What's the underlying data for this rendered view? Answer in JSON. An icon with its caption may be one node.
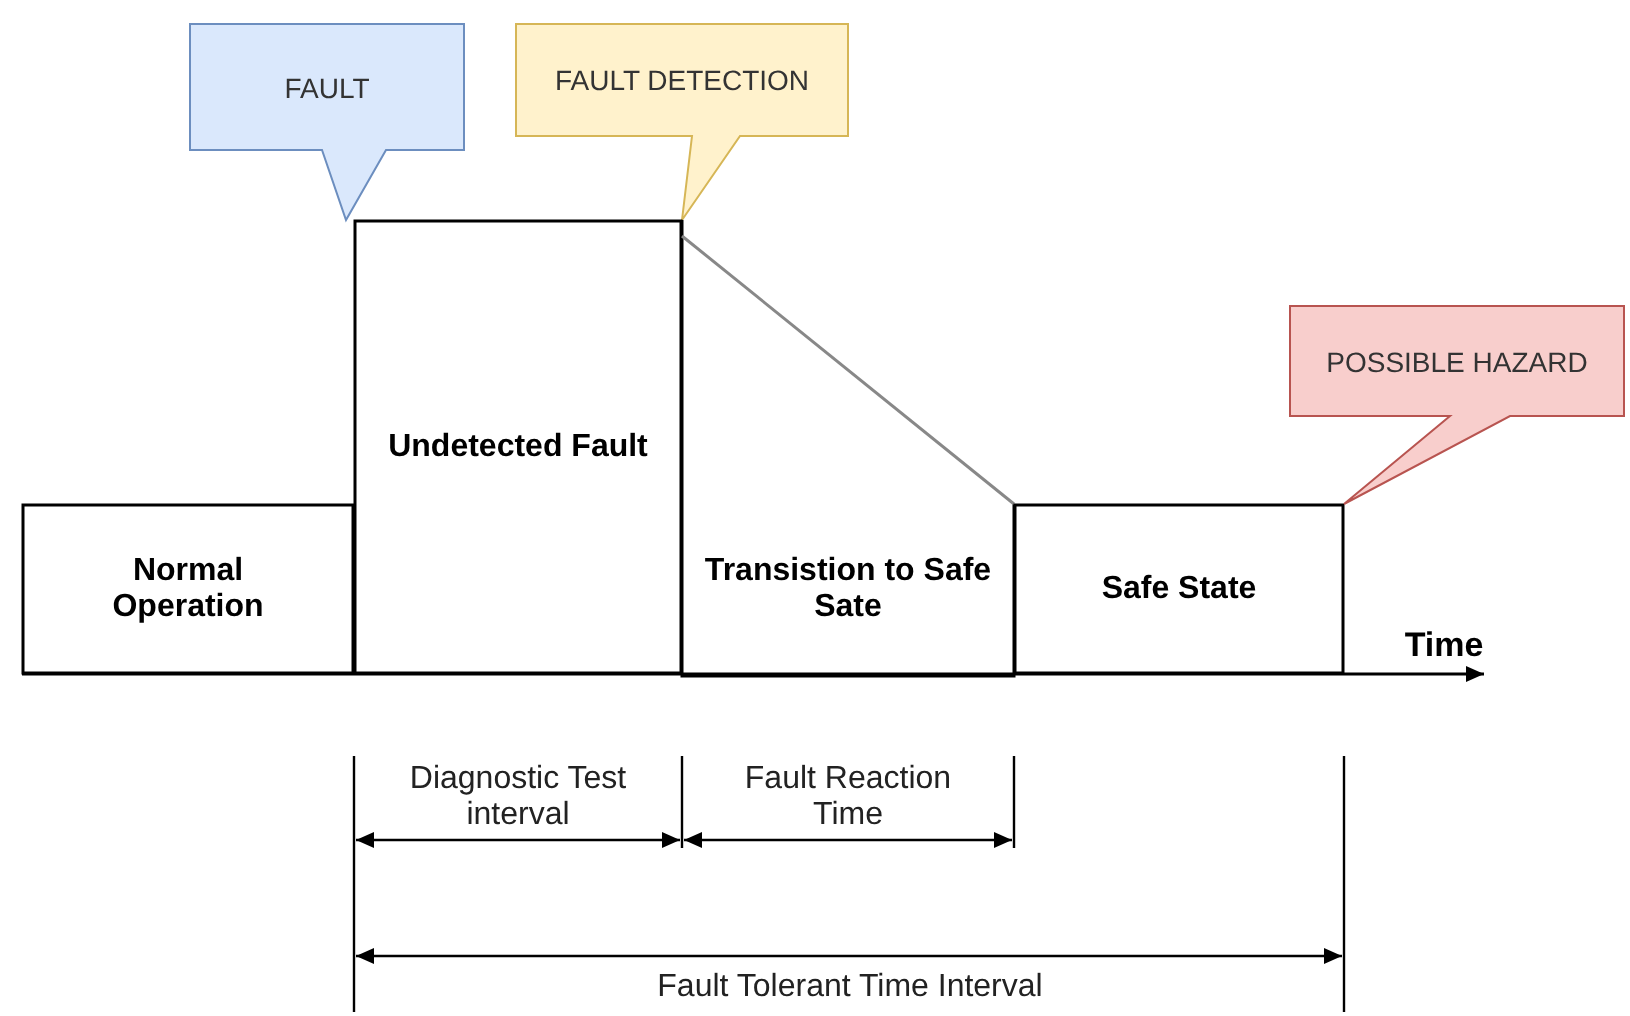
{
  "diagram": {
    "nodes": [
      {
        "text": [
          "FAULT"
        ]
      },
      {
        "text": [
          "FAULT DETECTION"
        ]
      },
      {
        "text": [
          "Normal Operation"
        ]
      },
      {
        "text": [
          "Undetected Fault"
        ]
      },
      {
        "text": [
          "Transistion to Safe Sate"
        ]
      },
      {
        "text": [
          "Safe State"
        ]
      },
      {
        "text": [
          "POSSIBLE HAZARD"
        ]
      }
    ],
    "edges": [],
    "labels": [
      "Time",
      "Diagnostic Test interval",
      "Fault Reaction Time",
      "Fault Tolerant Time Interval"
    ]
  }
}
